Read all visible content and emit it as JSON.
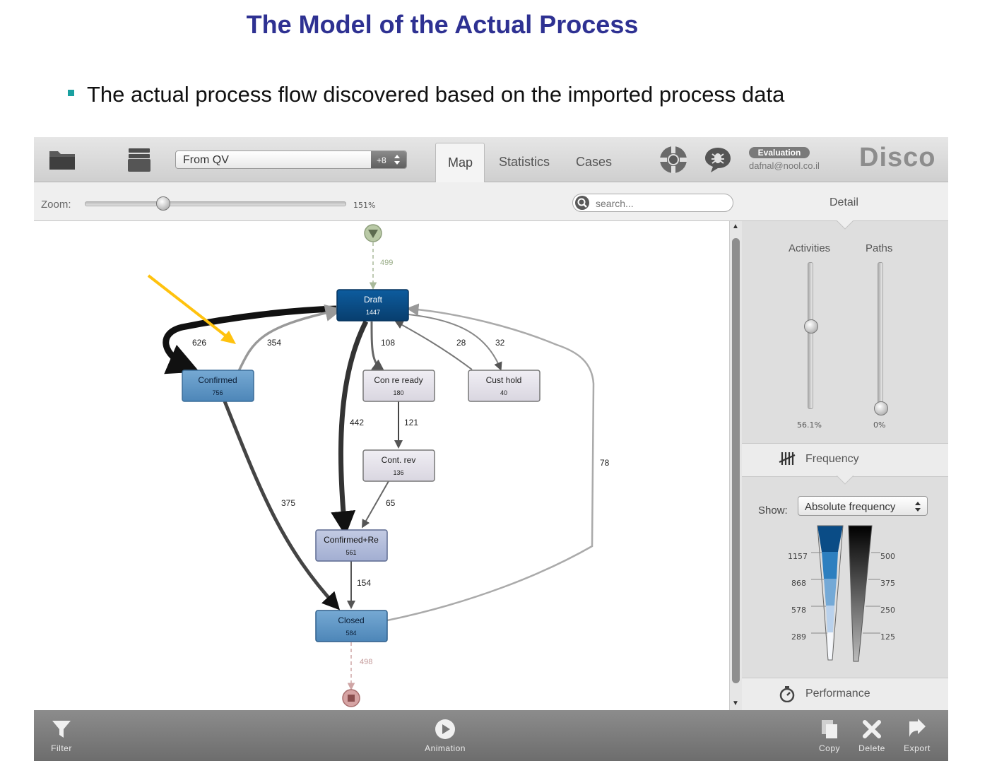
{
  "slide": {
    "title": "The Model of the Actual Process",
    "bullet": "The actual process flow discovered based on the imported process data"
  },
  "toolbar": {
    "open_icon": "folder-icon",
    "dataset_icon": "dataset-icon",
    "dataset_select": {
      "value": "From QV",
      "badge_count": "+8"
    },
    "tabs": [
      {
        "label": "Map",
        "active": true
      },
      {
        "label": "Statistics",
        "active": false
      },
      {
        "label": "Cases",
        "active": false
      }
    ],
    "help_icon": "lifebuoy-icon",
    "feedback_icon": "bug-speech-icon",
    "evaluation_badge": "Evaluation",
    "user_email": "dafnal@nool.co.il",
    "brand": "Disco"
  },
  "zoombar": {
    "label": "Zoom:",
    "value_text": "151%",
    "value_fraction": 0.3,
    "search_placeholder": "search..."
  },
  "map": {
    "start_count": "499",
    "end_count": "498",
    "nodes": {
      "draft": {
        "name": "Draft",
        "count": "1447"
      },
      "confirmed": {
        "name": "Confirmed",
        "count": "756"
      },
      "conre_ready": {
        "name": "Con re ready",
        "count": "180"
      },
      "cust_hold": {
        "name": "Cust hold",
        "count": "40"
      },
      "cont_rev": {
        "name": "Cont. rev",
        "count": "136"
      },
      "confirmed_re": {
        "name": "Confirmed+Re",
        "count": "561"
      },
      "closed": {
        "name": "Closed",
        "count": "584"
      }
    },
    "edges": {
      "draft_confirmed": "626",
      "confirmed_draft": "354",
      "draft_conre": "108",
      "custhold_draft": "28",
      "draft_custhold": "32",
      "draft_confirmedre": "442",
      "conre_contrev": "121",
      "contrev_confirmedre": "65",
      "confirmed_closed": "375",
      "confirmedre_closed": "154",
      "closed_draft": "78"
    }
  },
  "detail_panel": {
    "header": "Detail",
    "activities_label": "Activities",
    "paths_label": "Paths",
    "activities_value": "56.1%",
    "activities_fraction": 0.561,
    "paths_value": "0%",
    "paths_fraction": 0.0,
    "frequency_label": "Frequency",
    "show_label": "Show:",
    "show_value": "Absolute frequency",
    "legend_left": [
      "1157",
      "868",
      "578",
      "289"
    ],
    "legend_right": [
      "500",
      "375",
      "250",
      "125"
    ],
    "performance_label": "Performance"
  },
  "bottombar": {
    "filter": "Filter",
    "animation": "Animation",
    "copy": "Copy",
    "delete": "Delete",
    "export": "Export"
  },
  "colors": {
    "title": "#2e3192",
    "bullet": "#1aa0a0",
    "arrow_highlight": "#ffc20e",
    "node_dark": "#0a4c86",
    "node_mid": "#5b95c4",
    "node_light": "#e4e1ea"
  }
}
